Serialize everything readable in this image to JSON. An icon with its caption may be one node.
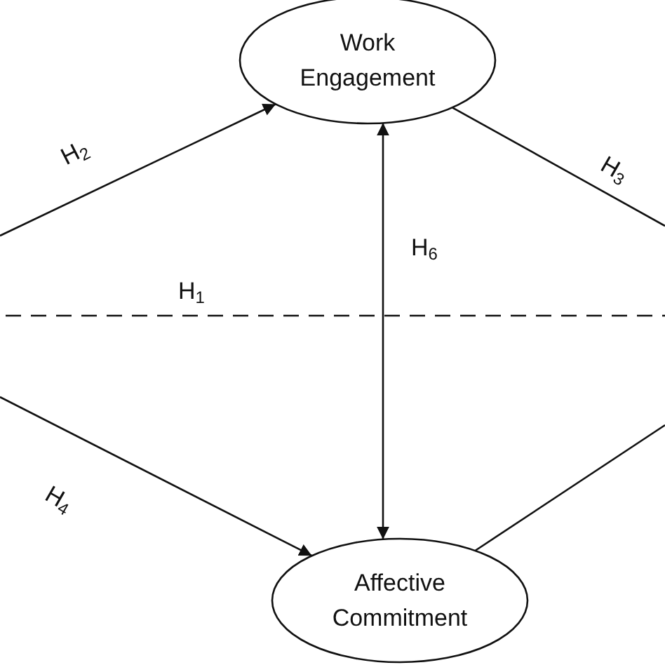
{
  "diagram": {
    "nodes": [
      {
        "text": [
          "Work Engagement"
        ]
      },
      {
        "text": [
          "Affective Commitment"
        ]
      }
    ],
    "edges": [
      {
        "from": null,
        "to": 0,
        "arrow": "to",
        "label": "H$_{2}$"
      },
      {
        "from": 0,
        "to": null,
        "arrow": "none",
        "label": "H$_{3}$"
      },
      {
        "from": null,
        "to": 1,
        "arrow": "to",
        "label": "H$_{4}$"
      },
      {
        "from": 1,
        "to": null,
        "arrow": "none"
      },
      {
        "from": 0,
        "to": 1,
        "arrow": "both",
        "label": "H$_{6}$"
      }
    ],
    "labels": [
      "H$_{1}$"
    ]
  }
}
